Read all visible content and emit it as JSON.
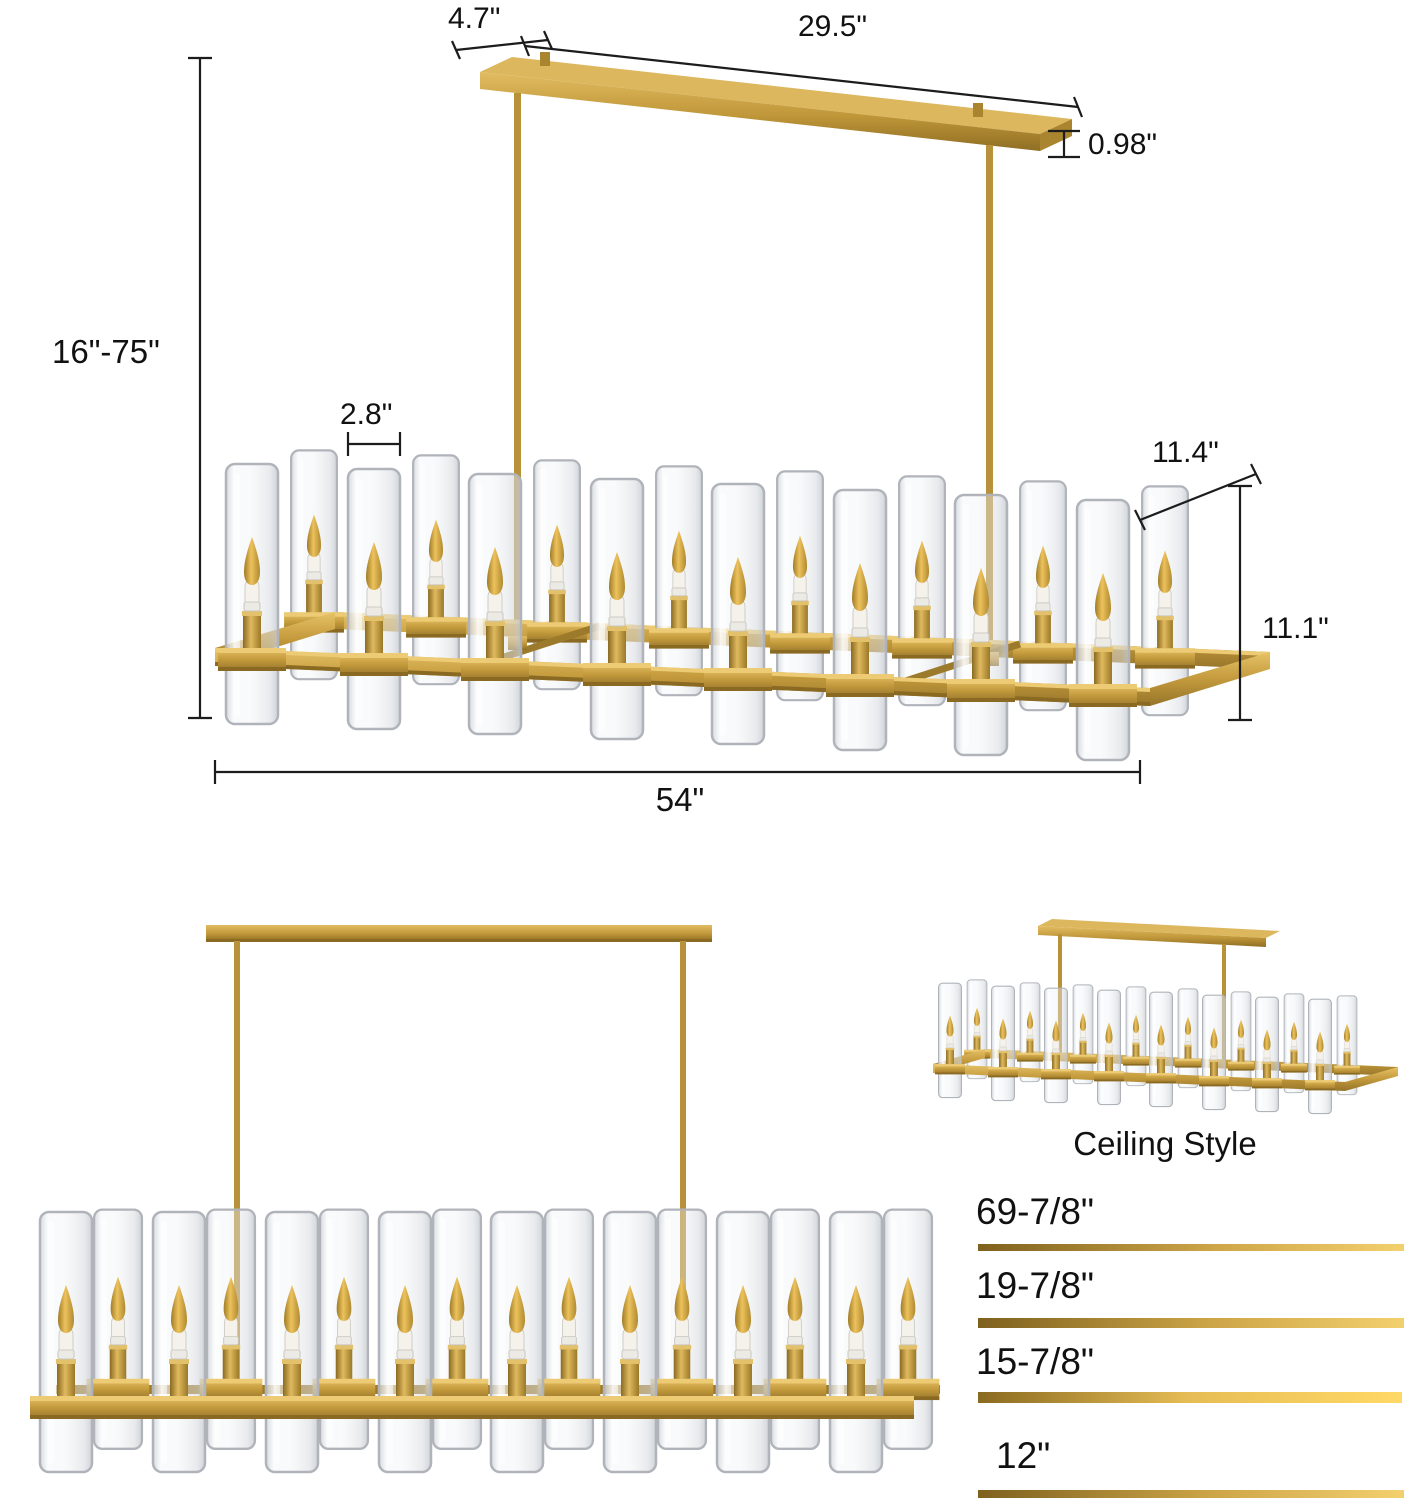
{
  "colors": {
    "gold": "#c9a146",
    "gold_dark": "#8f6e24",
    "gold_light": "#eccb74",
    "glass_stroke": "#b0b4ba",
    "dimension_line": "#1c1c1c",
    "text": "#111111",
    "background": "#ffffff"
  },
  "main_diagram": {
    "dimensions": {
      "canopy_depth": "4.7\"",
      "canopy_length": "29.5\"",
      "canopy_thickness": "0.98\"",
      "hanging_height": "16\"-75\"",
      "shade_diameter": "2.8\"",
      "fixture_depth": "11.4\"",
      "shade_height": "11.1\"",
      "fixture_length": "54\""
    },
    "front_light_count": 8,
    "back_light_count": 8
  },
  "ceiling_style": {
    "label": "Ceiling Style"
  },
  "downrods": [
    {
      "length": "69-7/8\""
    },
    {
      "length": "19-7/8\""
    },
    {
      "length": "15-7/8\""
    },
    {
      "length": "12\""
    }
  ]
}
